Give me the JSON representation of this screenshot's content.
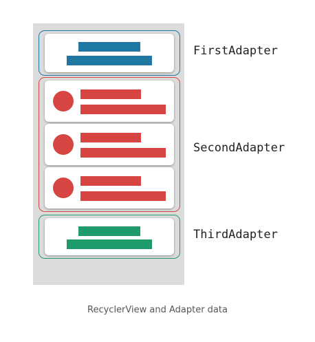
{
  "colors": {
    "first": "#1f77a4",
    "second": "#d64541",
    "third": "#1e9b6b",
    "phone_background": "#dcdcdc"
  },
  "adapters": [
    {
      "label": "FirstAdapter",
      "item_count": 1,
      "item_style": "centered-bars",
      "color_key": "first"
    },
    {
      "label": "SecondAdapter",
      "item_count": 3,
      "item_style": "avatar-with-bars",
      "color_key": "second"
    },
    {
      "label": "ThirdAdapter",
      "item_count": 1,
      "item_style": "centered-bars",
      "color_key": "third"
    }
  ],
  "caption": "RecyclerView and Adapter data"
}
